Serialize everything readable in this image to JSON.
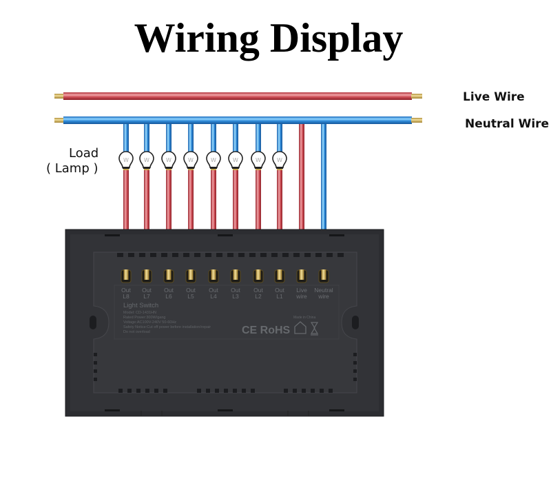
{
  "title": "Wiring Display",
  "wires": {
    "live_label": "Live Wire",
    "neutral_label": "Neutral Wire"
  },
  "load": {
    "label_line1": "Load",
    "label_line2": "( Lamp )",
    "bulb_mark": "W",
    "count": 8
  },
  "terminals": [
    {
      "line1": "Out",
      "line2": "L8",
      "wire": "live"
    },
    {
      "line1": "Out",
      "line2": "L7",
      "wire": "live"
    },
    {
      "line1": "Out",
      "line2": "L6",
      "wire": "live"
    },
    {
      "line1": "Out",
      "line2": "L5",
      "wire": "live"
    },
    {
      "line1": "Out",
      "line2": "L4",
      "wire": "live"
    },
    {
      "line1": "Out",
      "line2": "L3",
      "wire": "live"
    },
    {
      "line1": "Out",
      "line2": "L2",
      "wire": "live"
    },
    {
      "line1": "Out",
      "line2": "L1",
      "wire": "live"
    },
    {
      "line1": "Live",
      "line2": "wire",
      "wire": "live"
    },
    {
      "line1": "Neutral",
      "line2": "wire",
      "wire": "neutral"
    }
  ],
  "switch_label": {
    "title": "Light Switch",
    "lines": [
      "Model: CD-1431HN",
      "Rated Power:300W/gang",
      "Voltage:AC100V-240V 50-60Hz",
      "Safety Notice:Cut off power before installation/repair",
      "Do not overload"
    ],
    "certifications": "CE RoHS",
    "made_in": "Made in China"
  },
  "colors": {
    "live": "#c9474f",
    "neutral": "#2f8ad8",
    "copper": "#d4b25a",
    "panel": "#2e2f33",
    "panel_inner": "#36373b"
  }
}
